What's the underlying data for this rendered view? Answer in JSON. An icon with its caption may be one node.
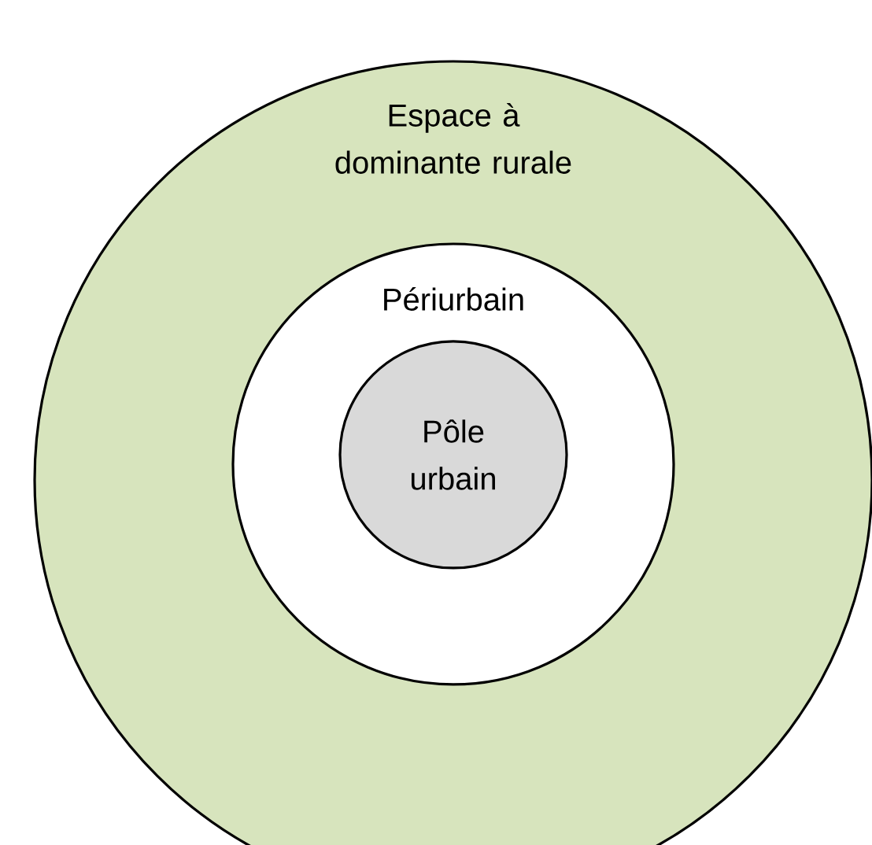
{
  "diagram": {
    "nodes": [
      {
        "text": [
          "Espace à dominante rurale"
        ]
      },
      {
        "text": [
          "Périurbain"
        ],
        "in": 0
      },
      {
        "text": [
          "Pôle urbain"
        ],
        "in": 1
      }
    ]
  }
}
